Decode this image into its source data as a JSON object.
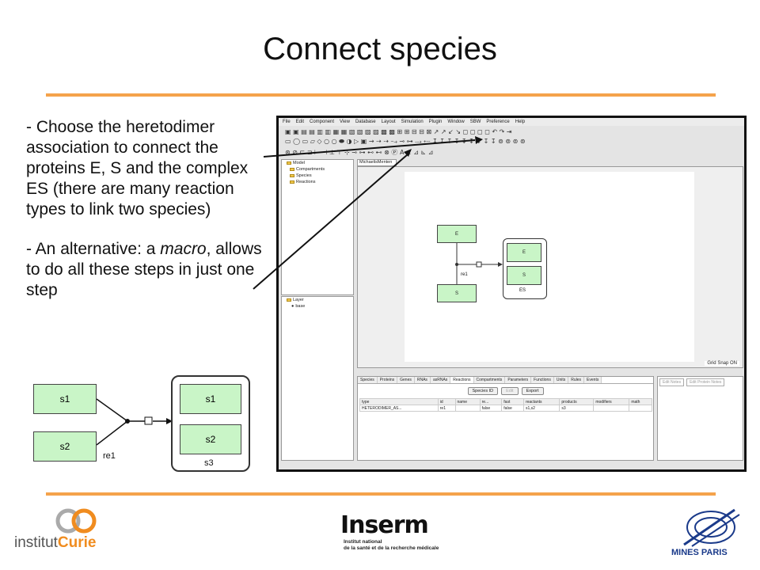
{
  "slide": {
    "title": "Connect species",
    "bullet1": "- Choose the heretodimer association to connect the proteins E, S and the complex ES (there are many reaction types to link two species)",
    "bullet2_pre": "- An alternative: a ",
    "bullet2_em": "macro",
    "bullet2_post": ", allows to do all these steps in just one step"
  },
  "small_diagram": {
    "species": [
      "s1",
      "s2"
    ],
    "complex_members": [
      "s1",
      "s2"
    ],
    "complex_label": "s3",
    "reaction_label": "re1"
  },
  "app": {
    "menu": [
      "File",
      "Edit",
      "Component",
      "View",
      "Database",
      "Layout",
      "Simulation",
      "Plugin",
      "Window",
      "SBW",
      "Preference",
      "Help"
    ],
    "tree_root": "Model",
    "tree_items": [
      "Compartments",
      "Species",
      "Reactions"
    ],
    "layer_root": "Layer",
    "layer_items": [
      "base"
    ],
    "doc_tab": "MichaelisMenten",
    "canvas": {
      "nodes": [
        "E",
        "S"
      ],
      "complex_members": [
        "E",
        "S"
      ],
      "complex_label": "ES",
      "reaction_label": "re1"
    },
    "grid_snap": "Grid Snap ON",
    "tabs": [
      "Species",
      "Proteins",
      "Genes",
      "RNAs",
      "asRNAs",
      "Reactions",
      "Compartments",
      "Parameters",
      "Functions",
      "Units",
      "Rules",
      "Events"
    ],
    "active_tab": "Reactions",
    "buttons": {
      "species_id": "Species ID",
      "edit": "Edit",
      "export": "Export"
    },
    "table_headers": [
      "type",
      "id",
      "name",
      "re...",
      "fast",
      "reactants",
      "products",
      "modifiers",
      "math"
    ],
    "table_rows": [
      [
        "HETERODIMER_AS...",
        "re1",
        "",
        "false",
        "false",
        "s1,s2",
        "s3",
        "",
        ""
      ]
    ],
    "notes_buttons": [
      "Edit Notes",
      "Edit Protein Notes"
    ]
  },
  "logos": {
    "curie_prefix": "institut",
    "curie_name": "Curie",
    "inserm_name": "Inserm",
    "inserm_sub1": "Institut national",
    "inserm_sub2": "de la santé et de la recherche médicale",
    "mines": "MINES PARIS"
  },
  "colors": {
    "accent_rule": "#f5a34b",
    "species_fill": "#c9f5c7",
    "curie_orange": "#f08c1f",
    "mines_blue": "#1a3a8a"
  }
}
